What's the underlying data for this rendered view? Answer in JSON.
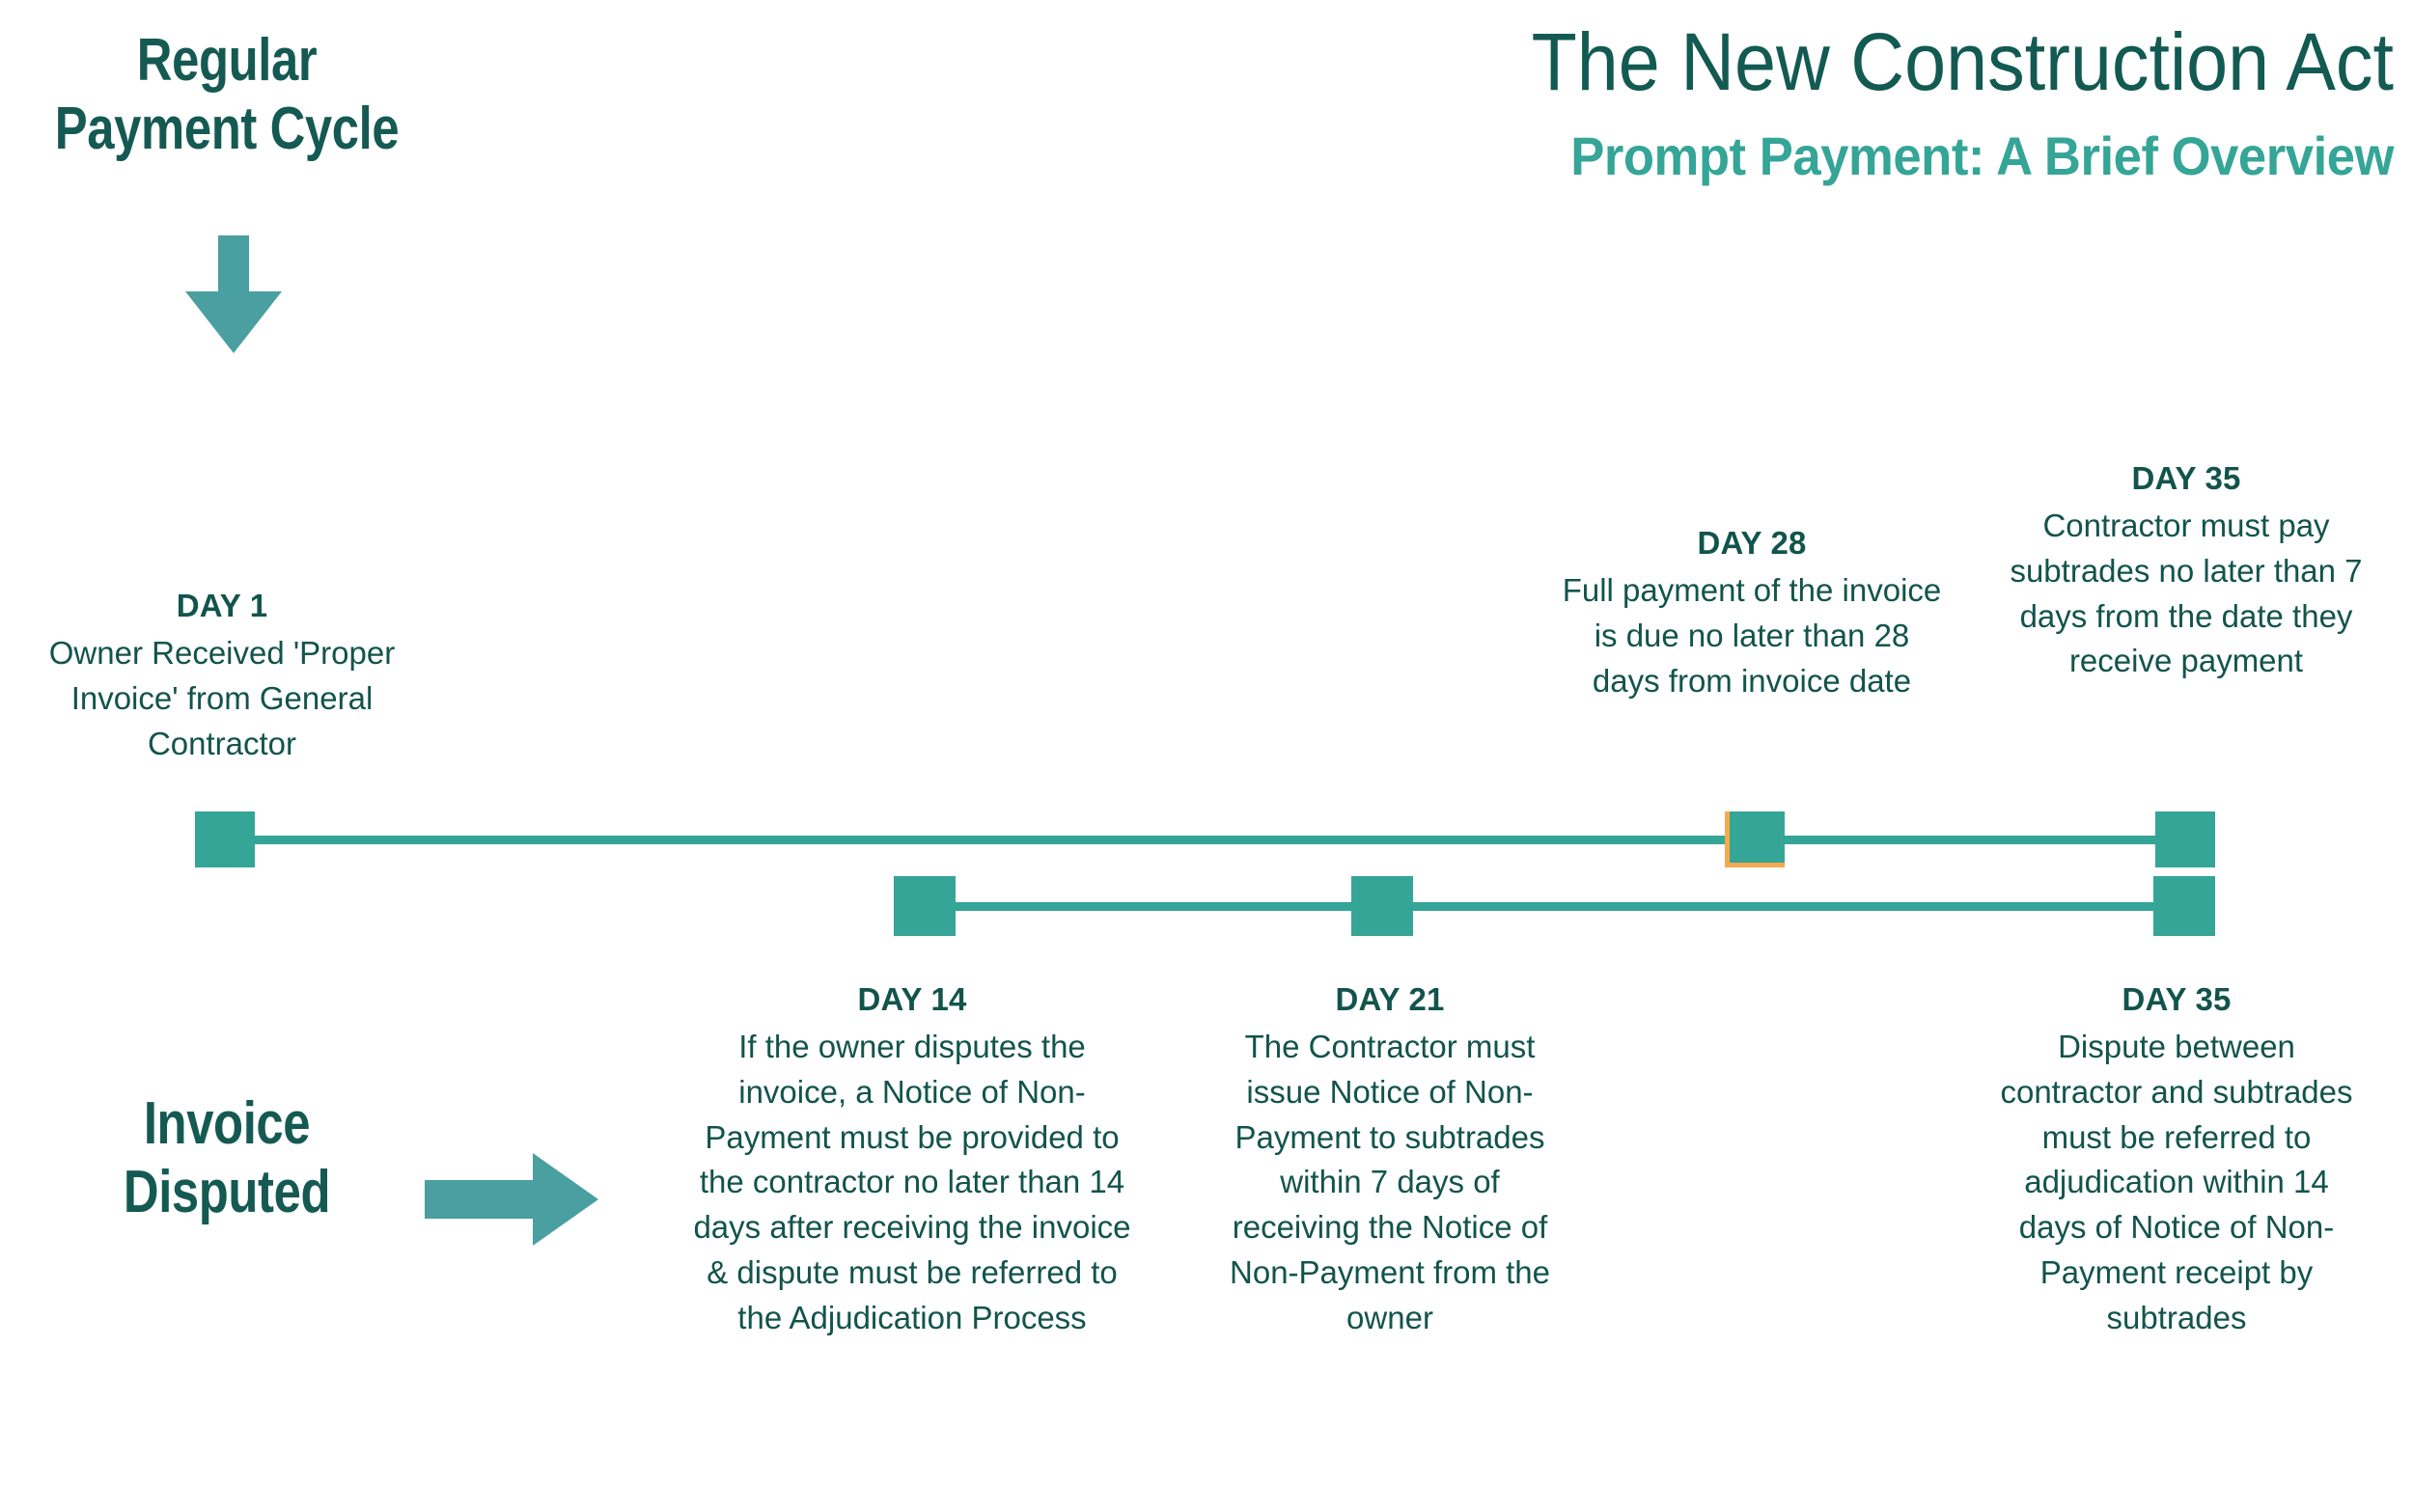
{
  "title": {
    "main": "The New Construction Act",
    "subtitle": "Prompt Payment: A Brief Overview"
  },
  "side_headings": {
    "regular_cycle": "Regular Payment Cycle",
    "invoice_disputed": "Invoice Disputed"
  },
  "icons": {
    "down_arrow": "down-arrow-icon",
    "right_arrow": "right-arrow-icon"
  },
  "colors": {
    "dark_teal": "#12544c",
    "teal": "#34a596",
    "arrow_teal": "#4a9fa0",
    "orange_accent": "#f7a94d",
    "background": "#ffffff"
  },
  "chart_data": {
    "type": "timeline",
    "title": "The New Construction Act — Prompt Payment: A Brief Overview",
    "tracks": [
      {
        "name": "Regular Payment Cycle",
        "label_position": "above",
        "milestones": [
          {
            "day": 1,
            "day_label": "DAY 1",
            "text": "Owner Received 'Proper Invoice' from General Contractor"
          },
          {
            "day": 28,
            "day_label": "DAY 28",
            "text": "Full payment of the invoice is due no later than 28 days from invoice date",
            "accent": "#f7a94d"
          },
          {
            "day": 35,
            "day_label": "DAY 35",
            "text": "Contractor must pay subtrades no later than 7 days from the date they receive payment"
          }
        ]
      },
      {
        "name": "Invoice Disputed",
        "label_position": "below",
        "milestones": [
          {
            "day": 14,
            "day_label": "DAY 14",
            "text": "If the owner disputes the invoice, a Notice of Non-Payment must be provided to the contractor no later than 14 days after receiving the invoice & dispute must be referred to the Adjudication Process"
          },
          {
            "day": 21,
            "day_label": "DAY 21",
            "text": "The Contractor must issue Notice of Non-Payment to subtrades within 7 days of receiving the Notice of Non-Payment from the owner"
          },
          {
            "day": 35,
            "day_label": "DAY 35",
            "text": "Dispute between contractor and subtrades must be referred to adjudication within 14 days of Notice of Non-Payment receipt by subtrades"
          }
        ]
      }
    ],
    "axis_range": [
      1,
      35
    ],
    "grid": false,
    "legend": "none"
  }
}
